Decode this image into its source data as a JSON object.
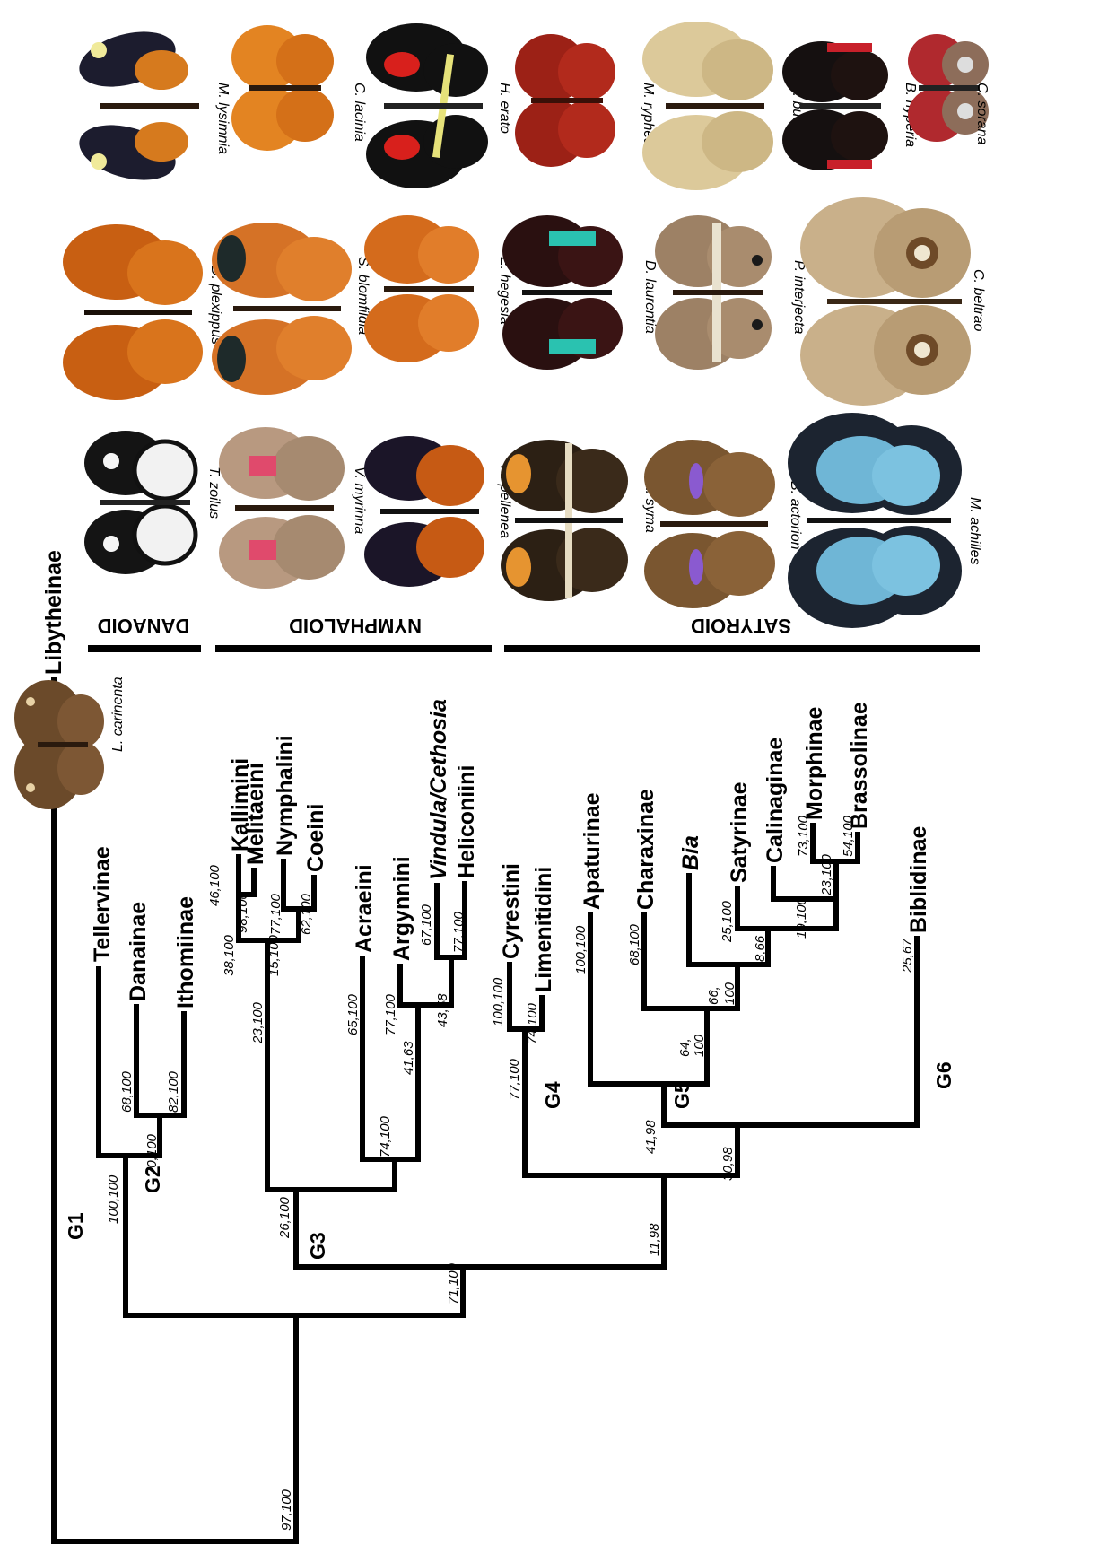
{
  "taxa": {
    "libytheinae": "Libytheinae",
    "tellervinae": "Tellervinae",
    "danainae": "Danainae",
    "ithomiinae": "Ithomiinae",
    "kallimini": "Kallimini",
    "melitaeini": "Melitaeini",
    "nymphalini": "Nymphalini",
    "coeini": "Coeini",
    "acraeini": "Acraeini",
    "argynnini": "Argynnini",
    "vindula": "Vindula/Cethosia",
    "heliconiini": "Heliconiini",
    "cyrestini": "Cyrestini",
    "limenitidini": "Limenitidini",
    "apaturinae": "Apaturinae",
    "charaxinae": "Charaxinae",
    "bia": "Bia",
    "satyrinae": "Satyrinae",
    "calinaginae": "Calinaginae",
    "morphinae": "Morphinae",
    "brassolinae": "Brassolinae",
    "biblidinae": "Biblidinae"
  },
  "support": {
    "root": "97,100",
    "n71": "71,100",
    "g2": "100,100",
    "danaithom": "70,100",
    "danainae": "68,100",
    "ithomiinae": "82,100",
    "g3": "26,100",
    "nymphalini_grp": "23,100",
    "kallmel": "38,100",
    "kallimini": "46,100",
    "melitaeini": "98,100",
    "nymcoe": "15,100",
    "nymphalini": "77,100",
    "coeini": "62,100",
    "heliconiini_grp": "74,100",
    "acraeini": "65,100",
    "arg_helic": "41,63",
    "argynnini": "77,100",
    "vind_helic": "43,58",
    "vindula": "67,100",
    "heliconiini": "77,100",
    "satyroid": "11,98",
    "g4": "77,100",
    "cyrestini": "100,100",
    "limenitidini": "74,100",
    "g5g6": "30,98",
    "g5": "41,98",
    "apaturinae": "100,100",
    "n64_a": "64,",
    "n64_b": "100",
    "charaxinae": "68,100",
    "n66_a": "66,",
    "n66_b": "100",
    "n8": "8,66",
    "satyrinae": "25,100",
    "n19": "19,100",
    "n23": "23,100",
    "morphinae": "73,100",
    "brassolinae": "54,100",
    "biblidinae": "25,67"
  },
  "groups": {
    "g1": "G1",
    "g2": "G2",
    "g3": "G3",
    "g4": "G4",
    "g5": "G5",
    "g6": "G6"
  },
  "clades": {
    "danaoid": "DANAOID",
    "nymphaloid": "NYMPHALOID",
    "satyroid": "SATYROID"
  },
  "species": {
    "l_carinenta": "L. carinenta",
    "m_lysimnia": "M. lysimnia",
    "c_lacinia": "C. lacinia",
    "h_erato": "H. erato",
    "m_ryphea": "M. ryphea",
    "c_buddha": "C. buddha",
    "b_hyperia": "B. hyperia",
    "c_sorana": "C. sorana",
    "d_plexippus": "D. plexippus",
    "s_blomfildia": "S. blomfildia",
    "e_hegesia": "E. hegesia",
    "d_laurentia": "D. laurentia",
    "p_interjecta": "P. interjecta",
    "c_beltrao": "C. beltrao",
    "t_zoilus": "T. zoilus",
    "v_myrinna": "V. myrinna",
    "a_pellenea": "A. pellenea",
    "a_syma": "A. syma",
    "b_actorion": "B. actorion",
    "m_achilles": "M. achilles"
  },
  "colors": {
    "branch": "#000000",
    "monarch_orange": "#d9741c",
    "heliconius_red": "#d8201c",
    "morpho_blue": "#6fb6d6",
    "owl_tan": "#c9b08a",
    "black": "#111111"
  }
}
